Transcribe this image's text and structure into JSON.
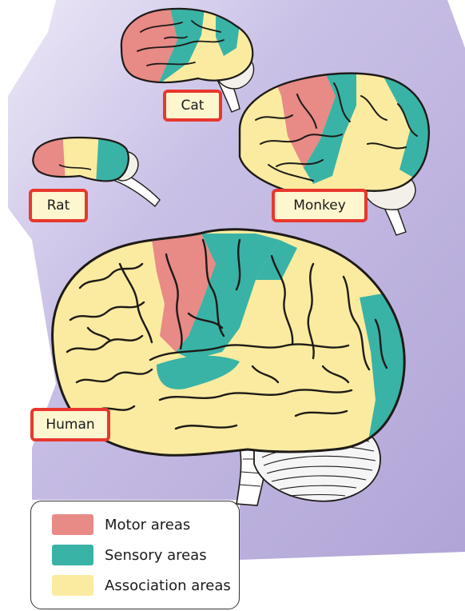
{
  "labels": {
    "cat": "Cat",
    "rat": "Rat",
    "monkey": "Monkey",
    "human": "Human"
  },
  "legend": {
    "items": [
      {
        "label": "Motor areas",
        "color": "#e88a86"
      },
      {
        "label": "Sensory areas",
        "color": "#39b3a6"
      },
      {
        "label": "Association areas",
        "color": "#fbeba0"
      }
    ]
  },
  "colors": {
    "background_gradient_start": "#cfc7e8",
    "background_gradient_end": "#b4a8d8",
    "label_border": "#e8382e",
    "label_fill": "#fdf6cf",
    "cerebellum": "#f5f5f5",
    "outline": "#1e1a17"
  }
}
